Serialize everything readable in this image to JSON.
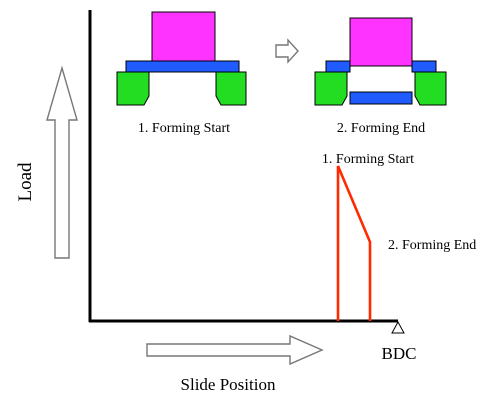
{
  "labels": {
    "y_axis": "Load",
    "x_axis": "Slide Position",
    "bdc": "BDC",
    "stage1_caption": "1. Forming Start",
    "stage2_caption": "2. Forming End",
    "curve_start": "1. Forming Start",
    "curve_end": "2. Forming End"
  },
  "colors": {
    "punch": "#ff33ff",
    "plate": "#1f5bff",
    "die": "#22dd22",
    "curve": "#ff2a00",
    "outline": "#000000",
    "arrow_outline": "#777777"
  },
  "icons": {
    "stage_transition": "hollow-right-arrow-icon",
    "bdc_marker": "triangle-marker-icon"
  }
}
